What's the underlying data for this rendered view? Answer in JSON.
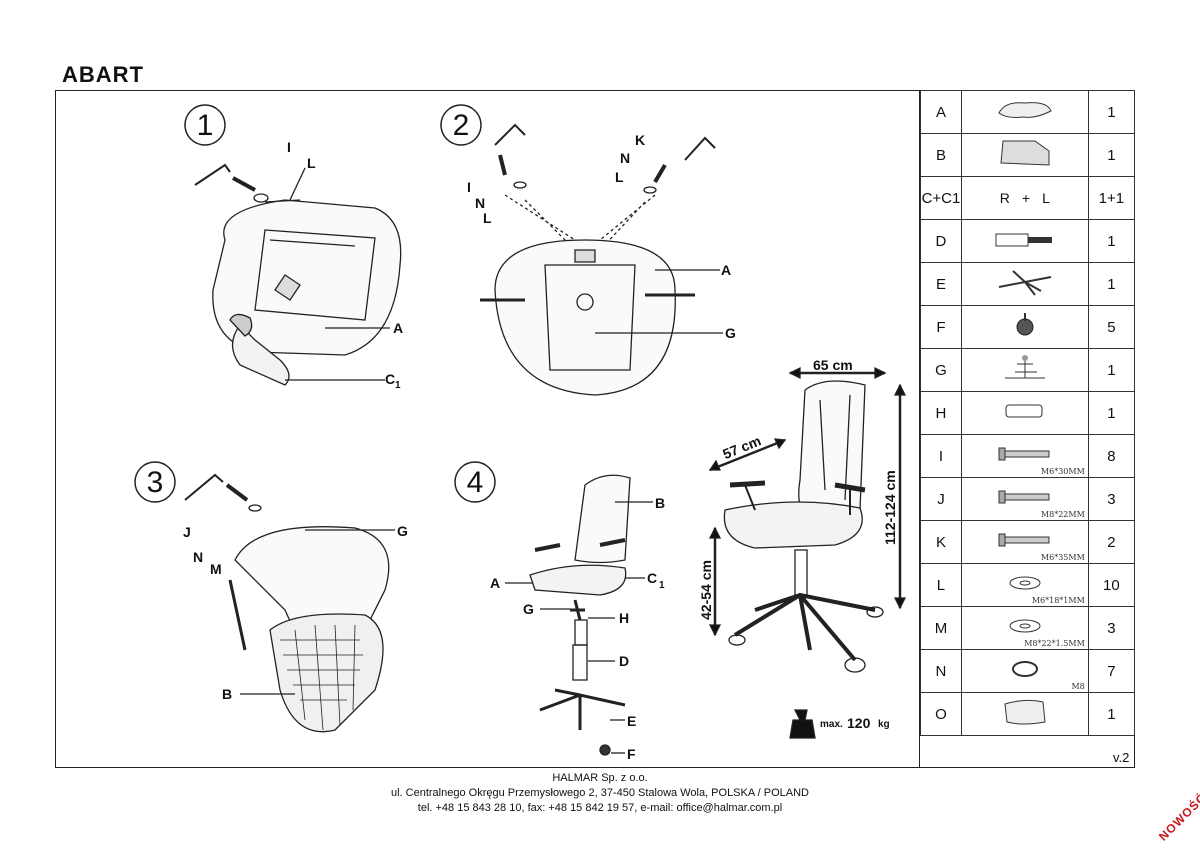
{
  "title": "ABART",
  "version": "v.2",
  "steps": [
    "1",
    "2",
    "3",
    "4"
  ],
  "callouts": {
    "s1": {
      "I": "I",
      "L": "L",
      "A": "A",
      "C1": "C"
    },
    "s2": {
      "K": "K",
      "N": "N",
      "L": "L",
      "I": "I",
      "N2": "N",
      "L2": "L",
      "A": "A",
      "G": "G"
    },
    "s3": {
      "J": "J",
      "N": "N",
      "M": "M",
      "G": "G",
      "B": "B"
    },
    "s4": {
      "B": "B",
      "A": "A",
      "C1": "C",
      "G": "G",
      "H": "H",
      "D": "D",
      "E": "E",
      "F": "F"
    }
  },
  "dimensions": {
    "width": "65 cm",
    "depth": "57 cm",
    "height": "112-124 cm",
    "seat": "42-54 cm"
  },
  "max_load": {
    "label": "max.",
    "value": "120",
    "unit": "kg"
  },
  "parts": [
    {
      "id": "A",
      "qty": "1",
      "spec": "",
      "icon": "seat-icon"
    },
    {
      "id": "B",
      "qty": "1",
      "spec": "",
      "icon": "backrest-icon"
    },
    {
      "id": "C+C1",
      "qty": "1+1",
      "spec": "",
      "icon": "armrests-icon",
      "r": "R",
      "plus": "+",
      "l": "L"
    },
    {
      "id": "D",
      "qty": "1",
      "spec": "",
      "icon": "gas-lift-icon"
    },
    {
      "id": "E",
      "qty": "1",
      "spec": "",
      "icon": "star-base-icon"
    },
    {
      "id": "F",
      "qty": "5",
      "spec": "",
      "icon": "caster-icon"
    },
    {
      "id": "G",
      "qty": "1",
      "spec": "",
      "icon": "mechanism-icon"
    },
    {
      "id": "H",
      "qty": "1",
      "spec": "",
      "icon": "cover-icon"
    },
    {
      "id": "I",
      "qty": "8",
      "spec": "M6*30MM",
      "icon": "bolt-icon"
    },
    {
      "id": "J",
      "qty": "3",
      "spec": "M8*22MM",
      "icon": "bolt-icon"
    },
    {
      "id": "K",
      "qty": "2",
      "spec": "M6*35MM",
      "icon": "bolt-icon"
    },
    {
      "id": "L",
      "qty": "10",
      "spec": "M6*18*1MM",
      "icon": "washer-icon"
    },
    {
      "id": "M",
      "qty": "3",
      "spec": "M8*22*1.5MM",
      "icon": "washer-icon"
    },
    {
      "id": "N",
      "qty": "7",
      "spec": "M8",
      "icon": "spring-washer-icon"
    },
    {
      "id": "O",
      "qty": "1",
      "spec": "",
      "icon": "glove-icon"
    }
  ],
  "footer": {
    "company": "HALMAR Sp. z o.o.",
    "address": "ul. Centralnego Okręgu Przemysłowego 2, 37-450 Stalowa Wola, POLSKA / POLAND",
    "contact": "tel. +48 15 843 28 10, fax: +48 15 842 19 57, e-mail: office@halmar.com.pl"
  },
  "badge": "NOWOŚĆ"
}
